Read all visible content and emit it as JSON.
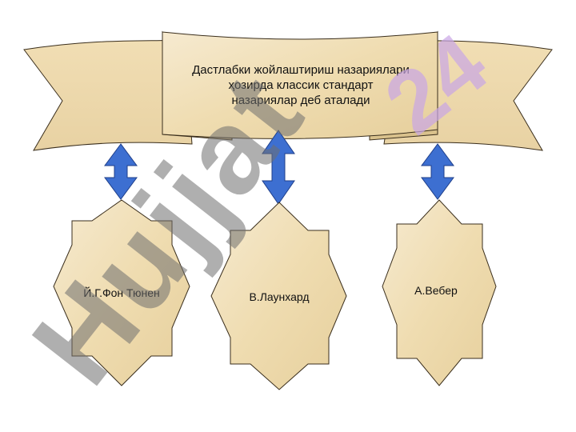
{
  "banner": {
    "lines": [
      "Дастлабки жойлаштириш назариялари",
      "ҳозирда классик стандарт",
      "назариялар деб аталади"
    ]
  },
  "stars": [
    {
      "label": "Й.Г.Фон Тюнен"
    },
    {
      "label": "В.Лаунхард"
    },
    {
      "label": "А.Вебер"
    }
  ],
  "watermark": {
    "word": "Hujjat",
    "number": "24"
  },
  "colors": {
    "parchment": "#f3e4bd",
    "parchment_edge": "#3a2e1c",
    "arrow": "#3d6fd1",
    "arrow_edge": "#1f3f8a",
    "watermark": "#6f6f6f",
    "watermark_number": "#c9a6e6"
  }
}
